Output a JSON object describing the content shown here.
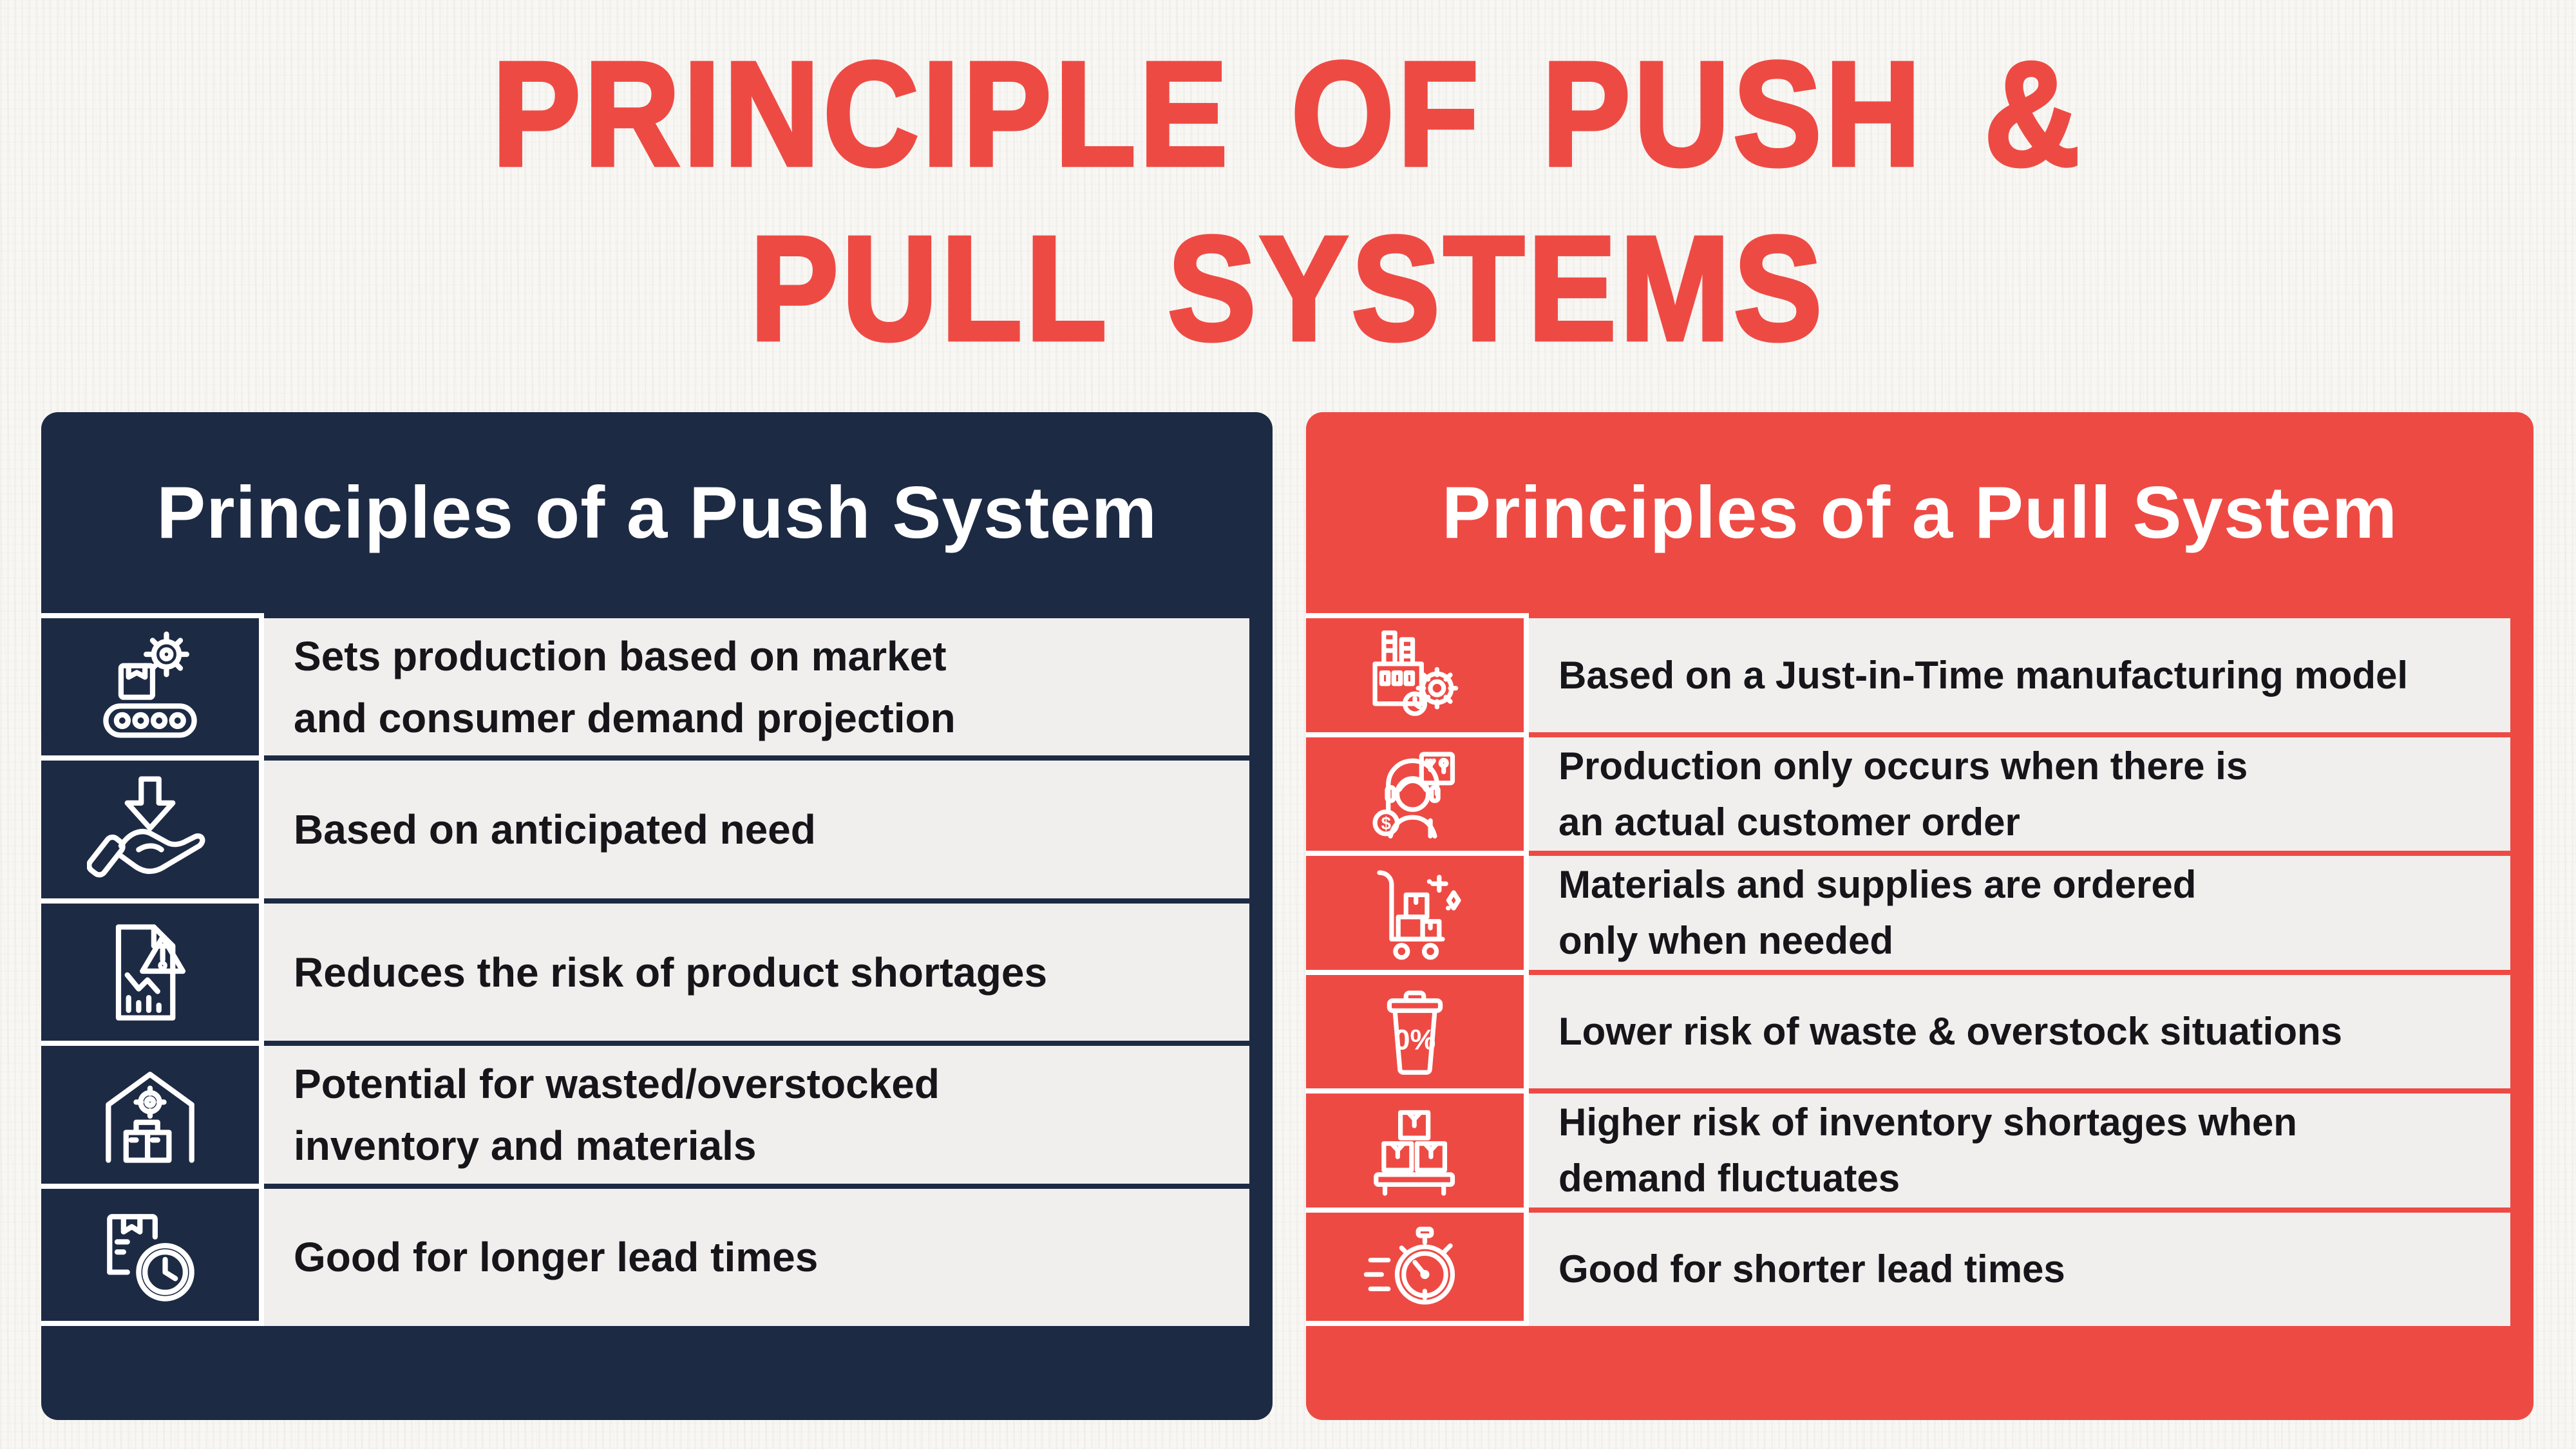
{
  "colors": {
    "red": "#ee4a44",
    "navy": "#1d2a44",
    "light_cell": "#f0efed",
    "background": "#f8f7f4",
    "panel_text": "#15151a",
    "white": "#ffffff"
  },
  "title": {
    "line1": "PRINCIPLE OF PUSH &",
    "line2": "PULL SYSTEMS"
  },
  "push_panel": {
    "header": "Principles of a Push System",
    "rows": [
      {
        "icon": "production-line-icon",
        "line1": "Sets production based on market",
        "line2": "and consumer demand projection"
      },
      {
        "icon": "anticipated-need-icon",
        "line1": "Based on anticipated need",
        "line2": ""
      },
      {
        "icon": "shortage-risk-icon",
        "line1": "Reduces the risk of product shortages",
        "line2": ""
      },
      {
        "icon": "overstock-warehouse-icon",
        "line1": "Potential for wasted/overstocked",
        "line2": "inventory and materials"
      },
      {
        "icon": "lead-time-icon",
        "line1": "Good for longer lead times",
        "line2": ""
      }
    ]
  },
  "pull_panel": {
    "header": "Principles of a Pull System",
    "rows": [
      {
        "icon": "jit-factory-icon",
        "line1": "Based on a Just-in-Time manufacturing model",
        "line2": ""
      },
      {
        "icon": "customer-order-icon",
        "line1": "Production only occurs when there is",
        "line2": "an actual customer order"
      },
      {
        "icon": "materials-cart-icon",
        "line1": "Materials and supplies are ordered",
        "line2": "only when needed"
      },
      {
        "icon": "zero-waste-icon",
        "line1": "Lower risk of waste & overstock situations",
        "line2": ""
      },
      {
        "icon": "inventory-pallet-icon",
        "line1": "Higher risk of inventory shortages when",
        "line2": "demand fluctuates"
      },
      {
        "icon": "fast-stopwatch-icon",
        "line1": "Good for shorter lead times",
        "line2": ""
      }
    ]
  },
  "bin_label": "0%",
  "coin_label": "$"
}
